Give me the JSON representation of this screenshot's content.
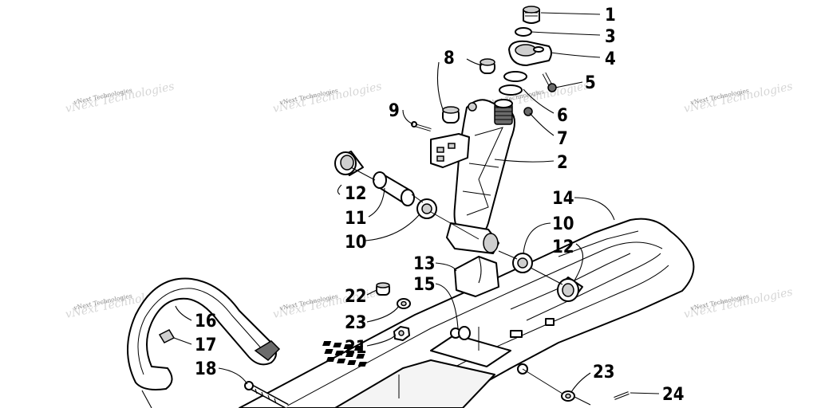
{
  "diagram": {
    "watermark_text": "vNext Technologies",
    "callouts": {
      "c1": "1",
      "c2": "2",
      "c3": "3",
      "c4": "4",
      "c5": "5",
      "c6": "6",
      "c7": "7",
      "c8": "8",
      "c9": "9",
      "c10a": "10",
      "c10b": "10",
      "c11": "11",
      "c12a": "12",
      "c12b": "12",
      "c13": "13",
      "c14": "14",
      "c15": "15",
      "c16": "16",
      "c17": "17",
      "c18": "18",
      "c21": "21",
      "c22": "22",
      "c23a": "23",
      "c23b": "23",
      "c24": "24"
    }
  }
}
